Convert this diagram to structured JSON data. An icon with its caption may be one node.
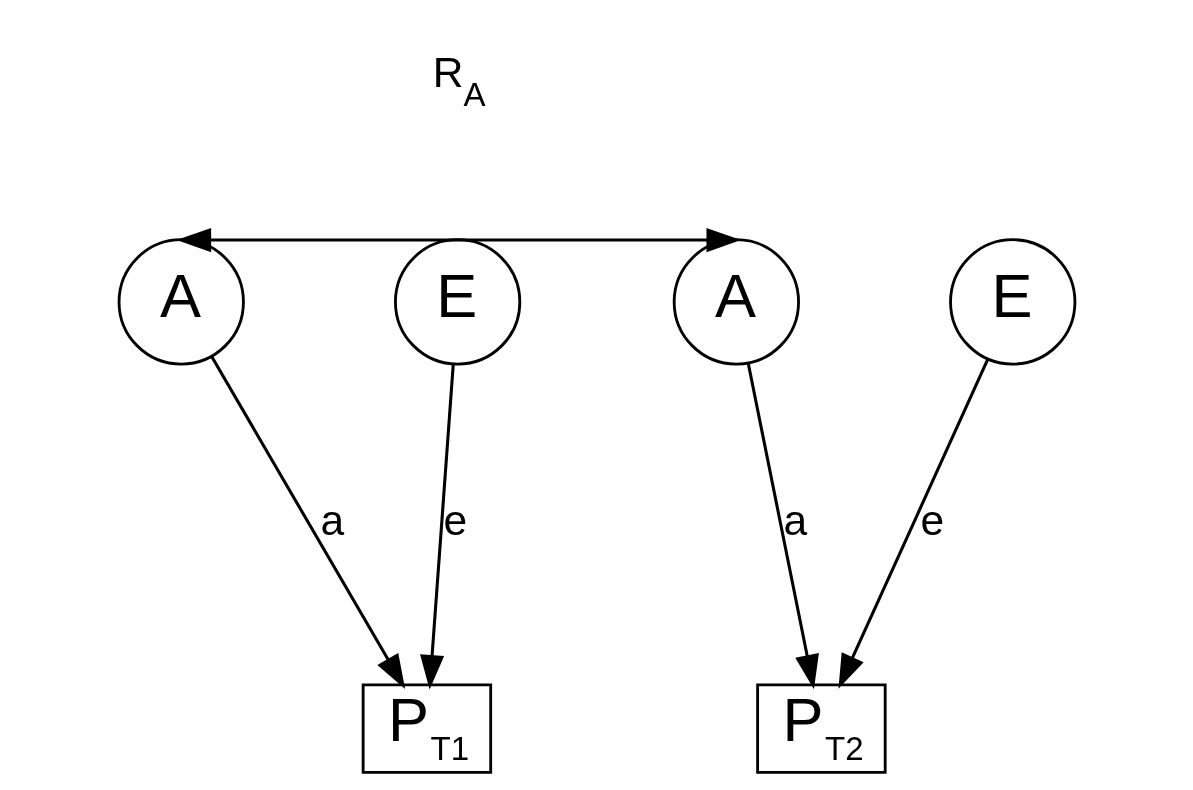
{
  "diagram": {
    "nodes": [
      {
        "text": [
          "A"
        ]
      },
      {
        "text": [
          "E"
        ]
      },
      {
        "text": [
          "E"
        ]
      },
      {
        "text": [
          "A"
        ]
      },
      {
        "text": [
          "P$_{T1}$"
        ]
      },
      {
        "text": [
          "P$_{T2}$"
        ]
      }
    ],
    "edges": [
      {
        "from": 0,
        "to": 3,
        "arrow": "both",
        "label": "R$_{A}$"
      },
      {
        "from": 0,
        "to": 4,
        "arrow": "to",
        "label": "a"
      },
      {
        "from": 1,
        "to": 4,
        "arrow": "to",
        "label": "e"
      },
      {
        "from": 2,
        "to": 5,
        "arrow": "to",
        "label": "e"
      },
      {
        "from": 3,
        "to": 5,
        "arrow": "to",
        "label": "a"
      }
    ]
  }
}
